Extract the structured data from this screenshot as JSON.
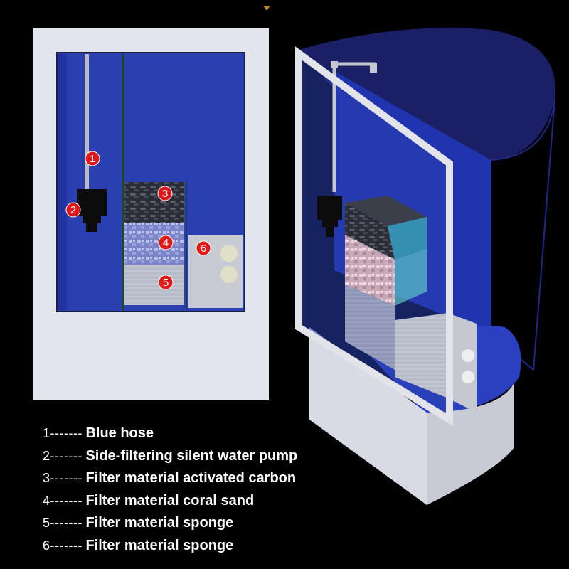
{
  "legend": [
    {
      "num": "1-------",
      "label": "Blue hose"
    },
    {
      "num": "2-------",
      "label": "Side-filtering silent water pump"
    },
    {
      "num": "3-------",
      "label": "Filter material activated carbon"
    },
    {
      "num": "4-------",
      "label": "Filter material coral sand"
    },
    {
      "num": "5-------",
      "label": "Filter material sponge"
    },
    {
      "num": "6-------",
      "label": "Filter material sponge"
    }
  ],
  "markers": [
    "1",
    "2",
    "3",
    "4",
    "5",
    "6"
  ],
  "colors": {
    "background": "#000000",
    "tank_frame": "#e2e4ea",
    "water_blue": "#2a3fb0",
    "marker_red": "#e01818"
  }
}
